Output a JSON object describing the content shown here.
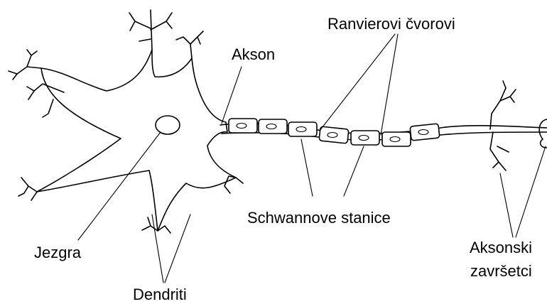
{
  "labels": {
    "nodes_of_ranvier": "Ranvierovi čvorovi",
    "axon": "Akson",
    "nucleus": "Jezgra",
    "schwann_cells": "Schwannove stanice",
    "dendrites": "Dendriti",
    "axon_terminals_line1": "Aksonski",
    "axon_terminals_line2": "završetci"
  }
}
